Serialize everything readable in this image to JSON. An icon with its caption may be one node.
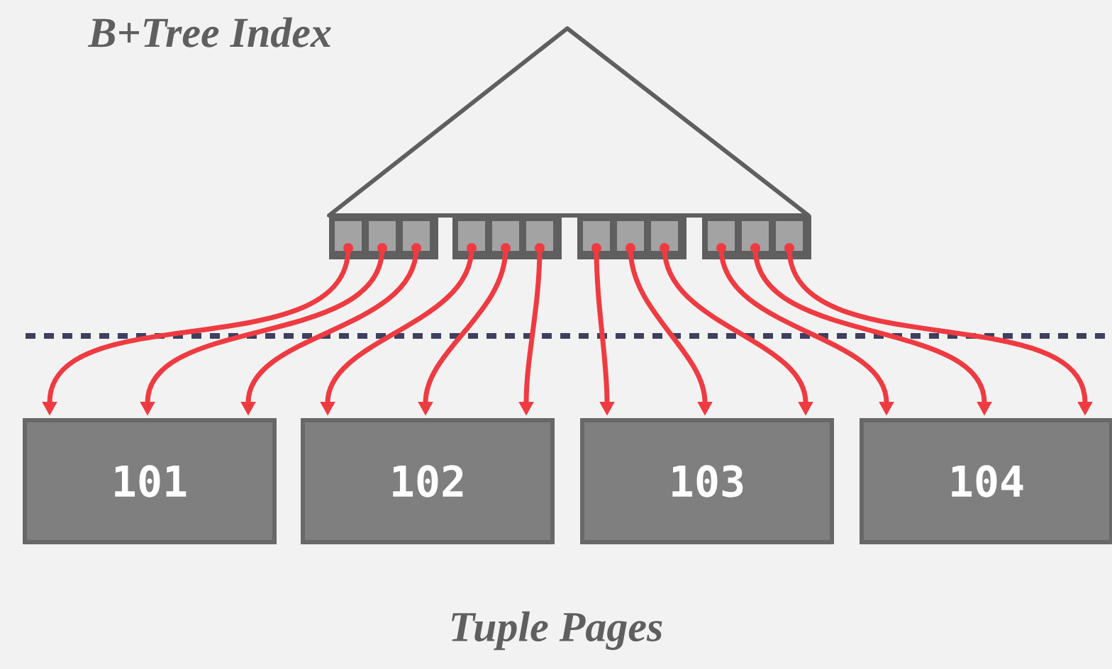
{
  "diagram": {
    "nodes": [
      {
        "text": [
          "B+Tree Index"
        ]
      },
      {
        "text": [],
        "shape": "box"
      },
      {
        "text": [],
        "shape": "box"
      },
      {
        "text": [],
        "shape": "box"
      },
      {
        "text": [],
        "shape": "box"
      },
      {
        "text": [],
        "shape": "box",
        "in": 1
      },
      {
        "text": [],
        "shape": "box",
        "in": 1
      },
      {
        "text": [],
        "shape": "box",
        "in": 1
      },
      {
        "text": [],
        "shape": "box",
        "in": 2
      },
      {
        "text": [],
        "shape": "box",
        "in": 2
      },
      {
        "text": [],
        "shape": "box",
        "in": 2
      },
      {
        "text": [],
        "shape": "box",
        "in": 3
      },
      {
        "text": [],
        "shape": "box",
        "in": 3
      },
      {
        "text": [],
        "shape": "box",
        "in": 3
      },
      {
        "text": [],
        "shape": "box",
        "in": 4
      },
      {
        "text": [],
        "shape": "box",
        "in": 4
      },
      {
        "text": [],
        "shape": "box",
        "in": 4
      },
      {
        "text": [
          "101"
        ]
      },
      {
        "text": [
          "102"
        ]
      },
      {
        "text": [
          "103"
        ]
      },
      {
        "text": [
          "104"
        ]
      }
    ],
    "edges": [
      {
        "from": 5,
        "to": 17,
        "arrow": "to"
      },
      {
        "from": 6,
        "to": 17,
        "arrow": "to"
      },
      {
        "from": 7,
        "to": 17,
        "arrow": "to"
      },
      {
        "from": 8,
        "to": 18,
        "arrow": "to"
      },
      {
        "from": 9,
        "to": 18,
        "arrow": "to"
      },
      {
        "from": 10,
        "to": 18,
        "arrow": "to"
      },
      {
        "from": 11,
        "to": 19,
        "arrow": "to"
      },
      {
        "from": 12,
        "to": 19,
        "arrow": "to"
      },
      {
        "from": 13,
        "to": 19,
        "arrow": "to"
      },
      {
        "from": 14,
        "to": 20,
        "arrow": "to"
      },
      {
        "from": 15,
        "to": 20,
        "arrow": "to"
      },
      {
        "from": 16,
        "to": 20,
        "arrow": "to"
      }
    ],
    "labels": [
      "Tuple Pages"
    ]
  }
}
